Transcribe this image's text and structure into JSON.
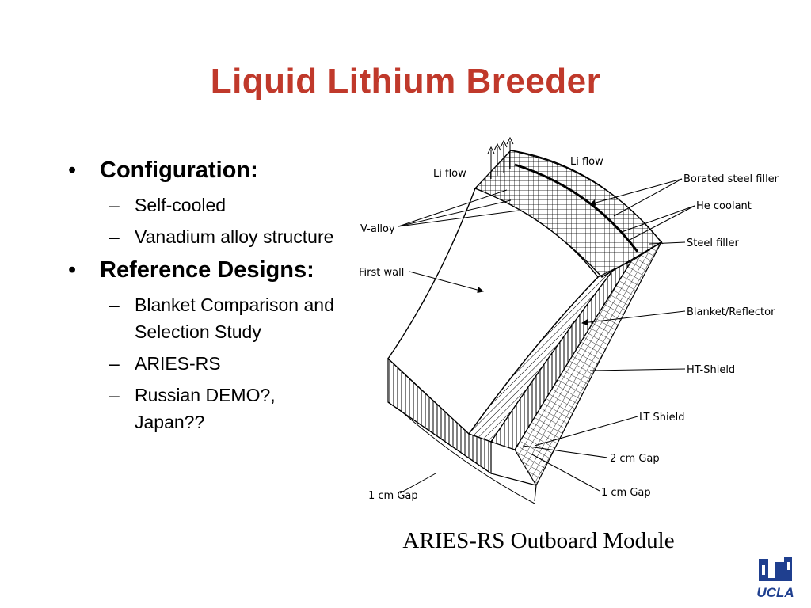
{
  "title": "Liquid Lithium Breeder",
  "bullets": [
    {
      "text": "Configuration:",
      "sub": [
        "Self-cooled",
        "Vanadium alloy structure"
      ]
    },
    {
      "text": "Reference Designs:",
      "sub": [
        "Blanket Comparison and Selection Study",
        "ARIES-RS",
        "Russian DEMO?, Japan??"
      ]
    }
  ],
  "figure": {
    "caption": "ARIES-RS Outboard Module",
    "labels": {
      "li_flow_left": "Li flow",
      "li_flow_right": "Li flow",
      "v_alloy": "V-alloy",
      "first_wall": "First wall",
      "borated_steel_filler": "Borated steel filler",
      "he_coolant": "He coolant",
      "steel_filler": "Steel filler",
      "blanket_reflector": "Blanket/Reflector",
      "ht_shield": "HT-Shield",
      "lt_shield": "LT Shield",
      "gap_2cm": "2 cm Gap",
      "gap_1cm_right": "1 cm Gap",
      "gap_1cm_left": "1 cm Gap"
    }
  },
  "logo": {
    "text": "UCLA"
  },
  "colors": {
    "title": "#c0392b",
    "logo": "#1f3f8f"
  }
}
